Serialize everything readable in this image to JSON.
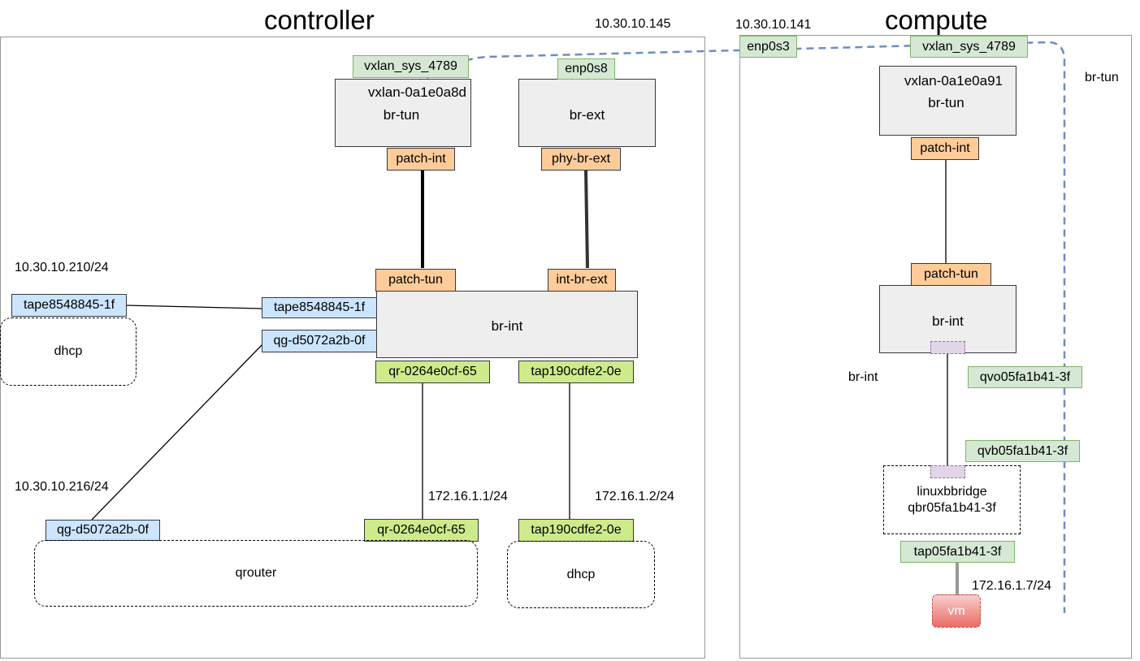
{
  "controller": {
    "title": "controller",
    "ip": "10.30.10.145",
    "br_tun": {
      "label": "br-tun",
      "vxlan_port": "vxlan-0a1e0a8d",
      "tunnel_port": "vxlan_sys_4789",
      "patch_port": "patch-int"
    },
    "br_ext": {
      "label": "br-ext",
      "nic_port": "enp0s8",
      "phy_port": "phy-br-ext"
    },
    "br_int": {
      "label": "br-int",
      "patch_tun": "patch-tun",
      "int_br_ext": "int-br-ext",
      "tap_dhcp_ext": "tape8548845-1f",
      "qg_port": "qg-d5072a2b-0f",
      "qr_port": "qr-0264e0cf-65",
      "tap_dhcp_int": "tap190cdfe2-0e"
    },
    "dhcp_ext": {
      "ip": "10.30.10.210/24",
      "port": "tape8548845-1f",
      "label": "dhcp"
    },
    "qrouter": {
      "ext_ip": "10.30.10.216/24",
      "int_ip": "172.16.1.1/24",
      "ext_port": "qg-d5072a2b-0f",
      "int_port": "qr-0264e0cf-65",
      "label": "qrouter"
    },
    "dhcp_int": {
      "ip": "172.16.1.2/24",
      "port": "tap190cdfe2-0e",
      "label": "dhcp"
    }
  },
  "compute": {
    "title": "compute",
    "ip": "10.30.10.141",
    "nic_port": "enp0s3",
    "tunnel_port": "vxlan_sys_4789",
    "br_tun_side_label": "br-tun",
    "br_tun": {
      "label": "br-tun",
      "vxlan_port": "vxlan-0a1e0a91",
      "patch_port": "patch-int"
    },
    "br_int": {
      "label": "br-int",
      "side_label": "br-int",
      "patch_tun": "patch-tun",
      "qvo_port": "qvo05fa1b41-3f"
    },
    "linuxbridge": {
      "qvb_port": "qvb05fa1b41-3f",
      "line1": "linuxbbridge",
      "line2": "qbr05fa1b41-3f",
      "tap_port": "tap05fa1b41-3f"
    },
    "vm": {
      "label": "vm",
      "ip": "172.16.1.7/24"
    }
  },
  "colors": {
    "tunnel_line": "#6c8ebf",
    "green_port": "#d5e8d4",
    "lime_port": "#cdeb8b",
    "patch_port": "#ffcc99",
    "ns_port": "#cce5ff",
    "bridge_fill": "#eeeeee",
    "vm_fill": "#f8cecc"
  }
}
